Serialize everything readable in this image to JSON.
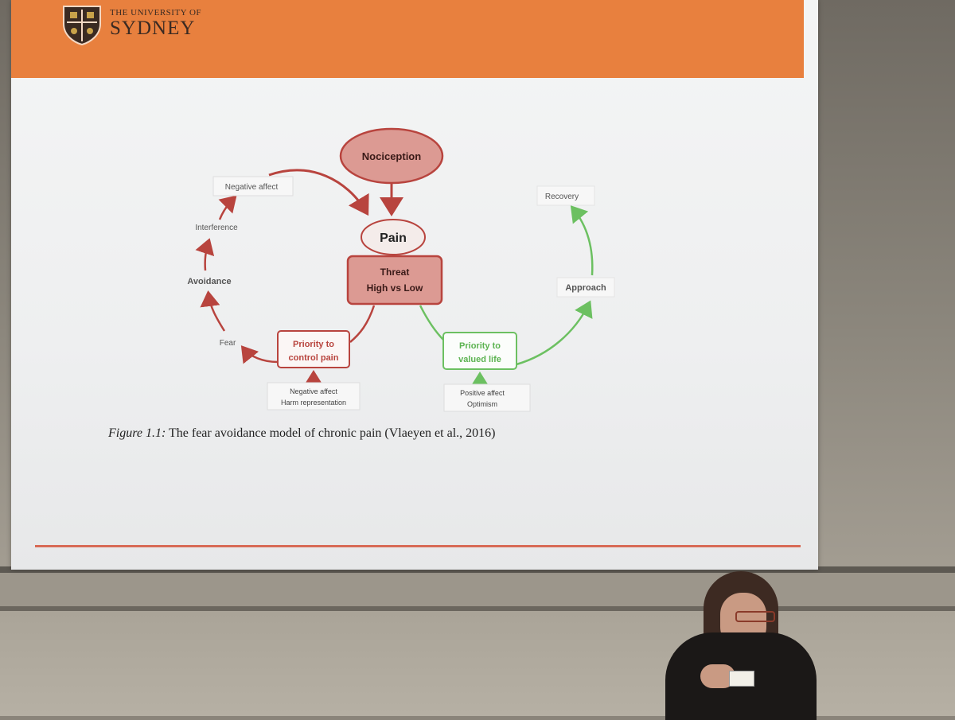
{
  "header": {
    "org_line1": "THE UNIVERSITY OF",
    "org_line2": "SYDNEY"
  },
  "diagram": {
    "nociception": "Nociception",
    "pain": "Pain",
    "threat_line1": "Threat",
    "threat_line2": "High vs Low",
    "negative_affect_top": "Negative affect",
    "interference": "Interference",
    "avoidance": "Avoidance",
    "fear": "Fear",
    "priority_pain_line1": "Priority to",
    "priority_pain_line2": "control pain",
    "negative_context_line1": "Negative affect",
    "negative_context_line2": "Harm representation",
    "recovery": "Recovery",
    "approach": "Approach",
    "priority_life_line1": "Priority to",
    "priority_life_line2": "valued life",
    "positive_context_line1": "Positive affect",
    "positive_context_line2": "Optimism"
  },
  "caption": {
    "label": "Figure 1.1:",
    "text": " The fear avoidance model of chronic pain (Vlaeyen et al., 2016)"
  },
  "colors": {
    "header_orange": "#e8803e",
    "red_path": "#b8443e",
    "green_path": "#6cc061",
    "box_fill": "#dc9a93"
  }
}
